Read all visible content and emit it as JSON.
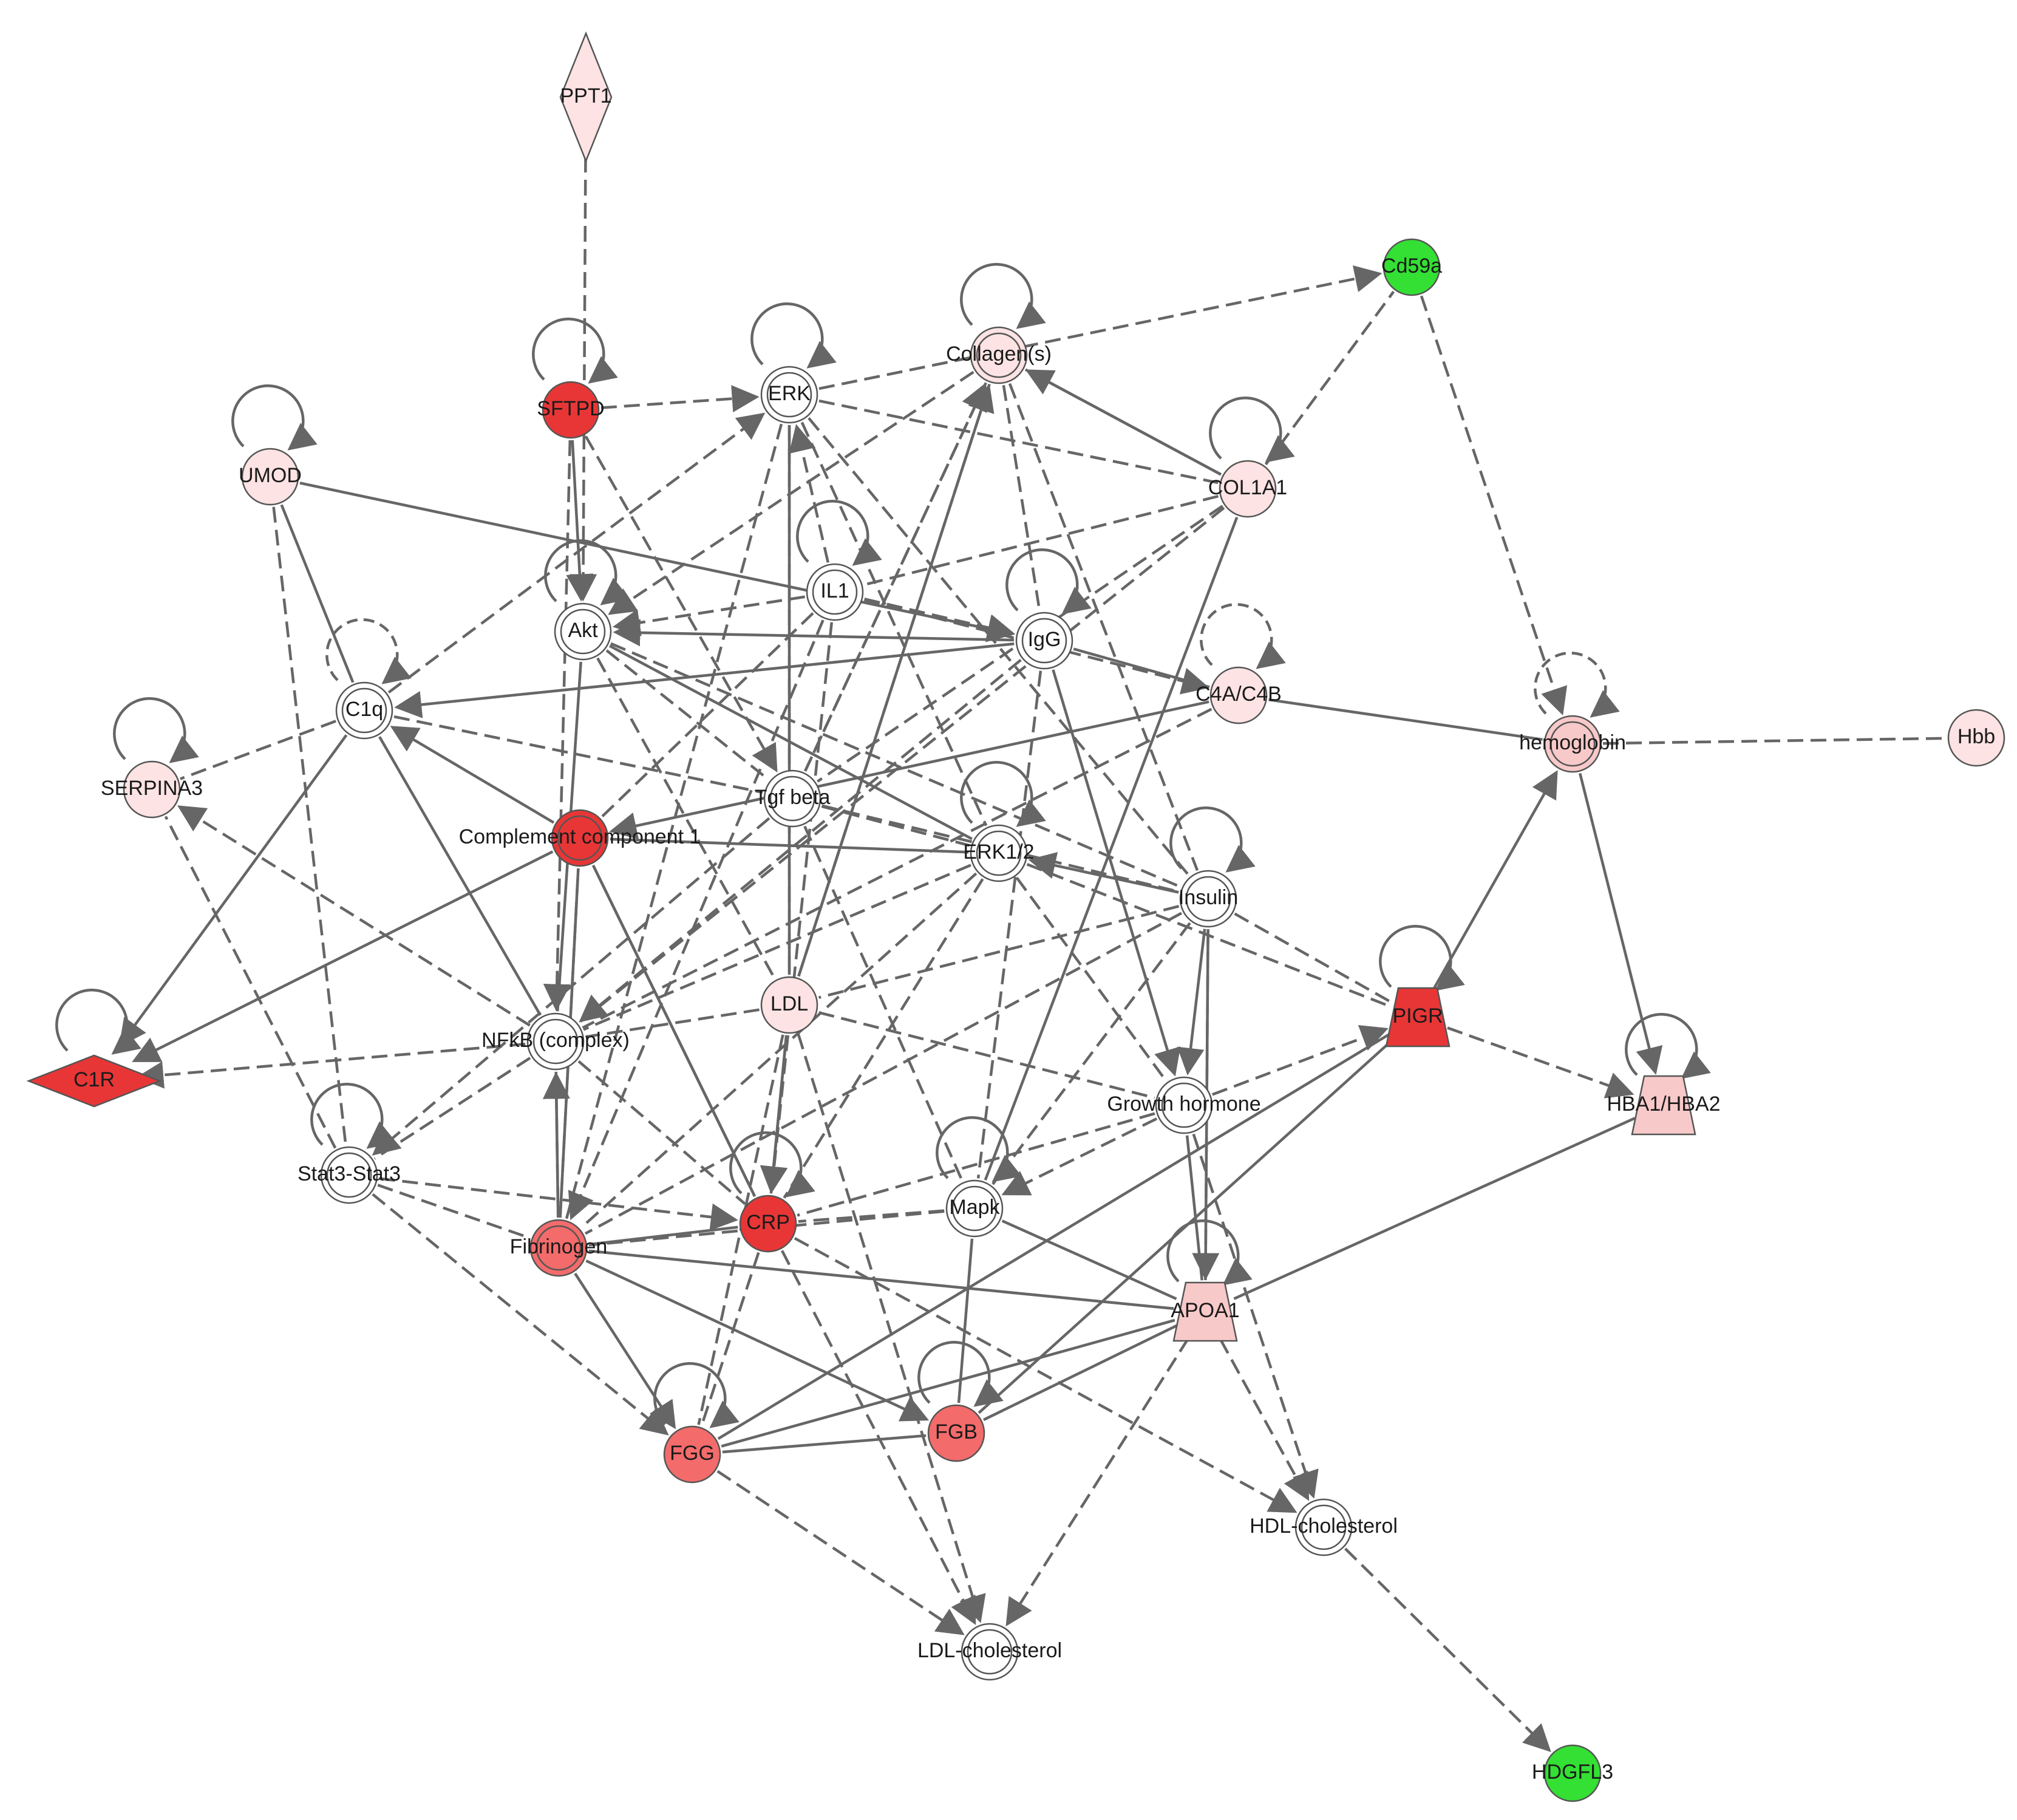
{
  "colors": {
    "white": "#ffffff",
    "lightpink": "#fde3e3",
    "pink": "#f8c9c9",
    "salmon": "#f36b6b",
    "red": "#e83636",
    "green": "#33e033",
    "edge": "#666666"
  },
  "nodes": [
    {
      "id": "PPT1",
      "label": "PPT1",
      "shape": "diamond-tall",
      "fill": "lightpink",
      "loop": "none"
    },
    {
      "id": "Cd59a",
      "label": "Cd59a",
      "shape": "circle",
      "fill": "green",
      "loop": "none"
    },
    {
      "id": "SFTPD",
      "label": "SFTPD",
      "shape": "circle",
      "fill": "red",
      "loop": "solid"
    },
    {
      "id": "ERK",
      "label": "ERK",
      "shape": "double-circle",
      "fill": "white",
      "loop": "solid"
    },
    {
      "id": "Collagen",
      "label": "Collagen(s)",
      "shape": "double-circle",
      "fill": "lightpink",
      "loop": "solid"
    },
    {
      "id": "UMOD",
      "label": "UMOD",
      "shape": "circle",
      "fill": "lightpink",
      "loop": "solid"
    },
    {
      "id": "COL1A1",
      "label": "COL1A1",
      "shape": "circle",
      "fill": "lightpink",
      "loop": "solid"
    },
    {
      "id": "IL1",
      "label": "IL1",
      "shape": "double-circle",
      "fill": "white",
      "loop": "solid"
    },
    {
      "id": "Akt",
      "label": "Akt",
      "shape": "double-circle",
      "fill": "white",
      "loop": "solid"
    },
    {
      "id": "IgG",
      "label": "IgG",
      "shape": "double-circle",
      "fill": "white",
      "loop": "solid"
    },
    {
      "id": "C4AC4B",
      "label": "C4A/C4B",
      "shape": "circle",
      "fill": "lightpink",
      "loop": "dashed"
    },
    {
      "id": "hemoglobin",
      "label": "hemoglobin",
      "shape": "double-circle",
      "fill": "pink",
      "loop": "dashed"
    },
    {
      "id": "Hbb",
      "label": "Hbb",
      "shape": "circle",
      "fill": "lightpink",
      "loop": "none"
    },
    {
      "id": "C1q",
      "label": "C1q",
      "shape": "double-circle",
      "fill": "white",
      "loop": "dashed"
    },
    {
      "id": "SERPINA3",
      "label": "SERPINA3",
      "shape": "circle",
      "fill": "lightpink",
      "loop": "solid"
    },
    {
      "id": "Tgfbeta",
      "label": "Tgf beta",
      "shape": "double-circle",
      "fill": "white",
      "loop": "none"
    },
    {
      "id": "Complement1",
      "label": "Complement component 1",
      "shape": "double-circle",
      "fill": "red",
      "loop": "none"
    },
    {
      "id": "ERK12",
      "label": "ERK1/2",
      "shape": "double-circle",
      "fill": "white",
      "loop": "solid"
    },
    {
      "id": "Insulin",
      "label": "Insulin",
      "shape": "double-circle",
      "fill": "white",
      "loop": "solid"
    },
    {
      "id": "LDL",
      "label": "LDL",
      "shape": "circle",
      "fill": "lightpink",
      "loop": "none"
    },
    {
      "id": "PIGR",
      "label": "PIGR",
      "shape": "trapezoid",
      "fill": "red",
      "loop": "solid"
    },
    {
      "id": "C1R",
      "label": "C1R",
      "shape": "diamond-wide",
      "fill": "red",
      "loop": "solid"
    },
    {
      "id": "NFkB",
      "label": "NFkB (complex)",
      "shape": "double-circle",
      "fill": "white",
      "loop": "none"
    },
    {
      "id": "HBA",
      "label": "HBA1/HBA2",
      "shape": "trapezoid",
      "fill": "pink",
      "loop": "solid"
    },
    {
      "id": "GrowthHormone",
      "label": "Growth hormone",
      "shape": "double-circle",
      "fill": "white",
      "loop": "none"
    },
    {
      "id": "Stat3",
      "label": "Stat3-Stat3",
      "shape": "double-circle",
      "fill": "white",
      "loop": "solid"
    },
    {
      "id": "Mapk",
      "label": "Mapk",
      "shape": "double-circle",
      "fill": "white",
      "loop": "solid"
    },
    {
      "id": "CRP",
      "label": "CRP",
      "shape": "circle",
      "fill": "red",
      "loop": "solid"
    },
    {
      "id": "Fibrinogen",
      "label": "Fibrinogen",
      "shape": "double-circle",
      "fill": "salmon",
      "loop": "none"
    },
    {
      "id": "APOA1",
      "label": "APOA1",
      "shape": "trapezoid",
      "fill": "pink",
      "loop": "solid"
    },
    {
      "id": "FGB",
      "label": "FGB",
      "shape": "circle",
      "fill": "salmon",
      "loop": "solid"
    },
    {
      "id": "FGG",
      "label": "FGG",
      "shape": "circle",
      "fill": "salmon",
      "loop": "solid"
    },
    {
      "id": "HDLchol",
      "label": "HDL-cholesterol",
      "shape": "double-circle",
      "fill": "white",
      "loop": "none"
    },
    {
      "id": "LDLchol",
      "label": "LDL-cholesterol",
      "shape": "double-circle",
      "fill": "white",
      "loop": "none"
    },
    {
      "id": "HDGFL3",
      "label": "HDGFL3",
      "shape": "circle",
      "fill": "green",
      "loop": "none"
    }
  ],
  "edges": [
    {
      "from": "PPT1",
      "to": "Akt",
      "style": "dashed",
      "arrow": true
    },
    {
      "from": "SFTPD",
      "to": "ERK",
      "style": "dashed",
      "arrow": true
    },
    {
      "from": "SFTPD",
      "to": "Akt",
      "style": "solid",
      "arrow": true
    },
    {
      "from": "SFTPD",
      "to": "NFkB",
      "style": "dashed",
      "arrow": true
    },
    {
      "from": "SFTPD",
      "to": "Tgfbeta",
      "style": "dashed",
      "arrow": true
    },
    {
      "from": "ERK",
      "to": "Cd59a",
      "style": "dashed",
      "arrow": true
    },
    {
      "from": "ERK",
      "to": "COL1A1",
      "style": "dashed",
      "arrow": false
    },
    {
      "from": "ERK",
      "to": "Insulin",
      "style": "dashed",
      "arrow": false
    },
    {
      "from": "ERK",
      "to": "ERK12",
      "style": "dashed",
      "arrow": false
    },
    {
      "from": "Collagen",
      "to": "COL1A1",
      "style": "solid",
      "arrow": false
    },
    {
      "from": "Collagen",
      "to": "IgG",
      "style": "dashed",
      "arrow": false
    },
    {
      "from": "Collagen",
      "to": "Akt",
      "style": "dashed",
      "arrow": true
    },
    {
      "from": "Collagen",
      "to": "LDL",
      "style": "solid",
      "arrow": false
    },
    {
      "from": "Collagen",
      "to": "Tgfbeta",
      "style": "dashed",
      "arrow": false
    },
    {
      "from": "Collagen",
      "to": "Insulin",
      "style": "dashed",
      "arrow": false
    },
    {
      "from": "COL1A1",
      "to": "Cd59a",
      "style": "dashed",
      "arrow": false
    },
    {
      "from": "COL1A1",
      "to": "Tgfbeta",
      "style": "dashed",
      "arrow": false
    },
    {
      "from": "COL1A1",
      "to": "IL1",
      "style": "dashed",
      "arrow": false
    },
    {
      "from": "COL1A1",
      "to": "NFkB",
      "style": "dashed",
      "arrow": false
    },
    {
      "from": "Cd59a",
      "to": "hemoglobin",
      "style": "dashed",
      "arrow": true
    },
    {
      "from": "UMOD",
      "to": "IgG",
      "style": "solid",
      "arrow": true
    },
    {
      "from": "UMOD",
      "to": "C1q",
      "style": "solid",
      "arrow": false
    },
    {
      "from": "UMOD",
      "to": "Stat3",
      "style": "dashed",
      "arrow": false
    },
    {
      "from": "IL1",
      "to": "Akt",
      "style": "dashed",
      "arrow": true
    },
    {
      "from": "IL1",
      "to": "C4AC4B",
      "style": "dashed",
      "arrow": true
    },
    {
      "from": "IL1",
      "to": "Complement1",
      "style": "dashed",
      "arrow": false
    },
    {
      "from": "IL1",
      "to": "ERK",
      "style": "dashed",
      "arrow": true
    },
    {
      "from": "IL1",
      "to": "CRP",
      "style": "dashed",
      "arrow": true
    },
    {
      "from": "IL1",
      "to": "Fibrinogen",
      "style": "dashed",
      "arrow": true
    },
    {
      "from": "IgG",
      "to": "C1q",
      "style": "solid",
      "arrow": true
    },
    {
      "from": "IgG",
      "to": "Akt",
      "style": "solid",
      "arrow": true
    },
    {
      "from": "IgG",
      "to": "C4AC4B",
      "style": "solid",
      "arrow": false
    },
    {
      "from": "IgG",
      "to": "GrowthHormone",
      "style": "solid",
      "arrow": true
    },
    {
      "from": "IgG",
      "to": "Mapk",
      "style": "dashed",
      "arrow": false
    },
    {
      "from": "IgG",
      "to": "NFkB",
      "style": "dashed",
      "arrow": true
    },
    {
      "from": "Akt",
      "to": "Tgfbeta",
      "style": "dashed",
      "arrow": false
    },
    {
      "from": "Akt",
      "to": "ERK12",
      "style": "solid",
      "arrow": false
    },
    {
      "from": "Akt",
      "to": "LDL",
      "style": "dashed",
      "arrow": false
    },
    {
      "from": "Akt",
      "to": "Insulin",
      "style": "dashed",
      "arrow": false
    },
    {
      "from": "C4AC4B",
      "to": "hemoglobin",
      "style": "solid",
      "arrow": false
    },
    {
      "from": "C4AC4B",
      "to": "Complement1",
      "style": "solid",
      "arrow": true
    },
    {
      "from": "C4AC4B",
      "to": "NFkB",
      "style": "dashed",
      "arrow": false
    },
    {
      "from": "hemoglobin",
      "to": "Hbb",
      "style": "dashed",
      "arrow": false
    },
    {
      "from": "hemoglobin",
      "to": "HBA",
      "style": "solid",
      "arrow": true
    },
    {
      "from": "PIGR",
      "to": "hemoglobin",
      "style": "solid",
      "arrow": true
    },
    {
      "from": "C1q",
      "to": "ERK",
      "style": "dashed",
      "arrow": true
    },
    {
      "from": "C1q",
      "to": "SERPINA3",
      "style": "dashed",
      "arrow": false
    },
    {
      "from": "C1q",
      "to": "C1R",
      "style": "solid",
      "arrow": true
    },
    {
      "from": "C1q",
      "to": "NFkB",
      "style": "solid",
      "arrow": false
    },
    {
      "from": "C1q",
      "to": "Tgfbeta",
      "style": "dashed",
      "arrow": false
    },
    {
      "from": "Complement1",
      "to": "C1R",
      "style": "solid",
      "arrow": true
    },
    {
      "from": "Complement1",
      "to": "C1q",
      "style": "solid",
      "arrow": true
    },
    {
      "from": "Complement1",
      "to": "ERK12",
      "style": "solid",
      "arrow": false
    },
    {
      "from": "Complement1",
      "to": "CRP",
      "style": "solid",
      "arrow": false
    },
    {
      "from": "Tgfbeta",
      "to": "ERK12",
      "style": "dashed",
      "arrow": false
    },
    {
      "from": "Tgfbeta",
      "to": "Insulin",
      "style": "dashed",
      "arrow": false
    },
    {
      "from": "Tgfbeta",
      "to": "Mapk",
      "style": "dashed",
      "arrow": false
    },
    {
      "from": "Tgfbeta",
      "to": "Stat3",
      "style": "dashed",
      "arrow": true
    },
    {
      "from": "ERK12",
      "to": "NFkB",
      "style": "dashed",
      "arrow": false
    },
    {
      "from": "ERK12",
      "to": "PIGR",
      "style": "dashed",
      "arrow": false
    },
    {
      "from": "ERK12",
      "to": "Fibrinogen",
      "style": "dashed",
      "arrow": false
    },
    {
      "from": "ERK12",
      "to": "CRP",
      "style": "dashed",
      "arrow": false
    },
    {
      "from": "ERK12",
      "to": "GrowthHormone",
      "style": "dashed",
      "arrow": false
    },
    {
      "from": "Insulin",
      "to": "PIGR",
      "style": "dashed",
      "arrow": false
    },
    {
      "from": "Insulin",
      "to": "LDL",
      "style": "dashed",
      "arrow": false
    },
    {
      "from": "Insulin",
      "to": "ERK12",
      "style": "solid",
      "arrow": true
    },
    {
      "from": "Insulin",
      "to": "GrowthHormone",
      "style": "solid",
      "arrow": true
    },
    {
      "from": "Insulin",
      "to": "APOA1",
      "style": "dashed",
      "arrow": true
    },
    {
      "from": "Insulin",
      "to": "Mapk",
      "style": "dashed",
      "arrow": false
    },
    {
      "from": "Insulin",
      "to": "Fibrinogen",
      "style": "dashed",
      "arrow": false
    },
    {
      "from": "LDL",
      "to": "CRP",
      "style": "solid",
      "arrow": true
    },
    {
      "from": "LDL",
      "to": "NFkB",
      "style": "dashed",
      "arrow": false
    },
    {
      "from": "LDL",
      "to": "Collagen",
      "style": "dashed",
      "arrow": true
    },
    {
      "from": "LDL",
      "to": "ERK",
      "style": "solid",
      "arrow": false
    },
    {
      "from": "LDL",
      "to": "FGG",
      "style": "dashed",
      "arrow": false
    },
    {
      "from": "LDL",
      "to": "GrowthHormone",
      "style": "dashed",
      "arrow": false
    },
    {
      "from": "LDL",
      "to": "LDLchol",
      "style": "dashed",
      "arrow": true
    },
    {
      "from": "PIGR",
      "to": "HBA",
      "style": "dashed",
      "arrow": true
    },
    {
      "from": "HBA",
      "to": "APOA1",
      "style": "solid",
      "arrow": false
    },
    {
      "from": "NFkB",
      "to": "C1R",
      "style": "dashed",
      "arrow": true
    },
    {
      "from": "NFkB",
      "to": "SERPINA3",
      "style": "dashed",
      "arrow": true
    },
    {
      "from": "NFkB",
      "to": "Stat3",
      "style": "dashed",
      "arrow": false
    },
    {
      "from": "NFkB",
      "to": "Fibrinogen",
      "style": "dashed",
      "arrow": false
    },
    {
      "from": "NFkB",
      "to": "CRP",
      "style": "dashed",
      "arrow": false
    },
    {
      "from": "NFkB",
      "to": "Akt",
      "style": "solid",
      "arrow": false
    },
    {
      "from": "GrowthHormone",
      "to": "PIGR",
      "style": "dashed",
      "arrow": true
    },
    {
      "from": "GrowthHormone",
      "to": "Mapk",
      "style": "dashed",
      "arrow": true
    },
    {
      "from": "GrowthHormone",
      "to": "CRP",
      "style": "dashed",
      "arrow": false
    },
    {
      "from": "GrowthHormone",
      "to": "HDLchol",
      "style": "dashed",
      "arrow": true
    },
    {
      "from": "GrowthHormone",
      "to": "APOA1",
      "style": "solid",
      "arrow": false
    },
    {
      "from": "Stat3",
      "to": "SERPINA3",
      "style": "dashed",
      "arrow": false
    },
    {
      "from": "Stat3",
      "to": "CRP",
      "style": "dashed",
      "arrow": true
    },
    {
      "from": "Stat3",
      "to": "FGG",
      "style": "dashed",
      "arrow": true
    },
    {
      "from": "Stat3",
      "to": "Fibrinogen",
      "style": "dashed",
      "arrow": false
    },
    {
      "from": "Mapk",
      "to": "CRP",
      "style": "dashed",
      "arrow": false
    },
    {
      "from": "Mapk",
      "to": "Fibrinogen",
      "style": "dashed",
      "arrow": false
    },
    {
      "from": "Mapk",
      "to": "FGB",
      "style": "solid",
      "arrow": false
    },
    {
      "from": "Mapk",
      "to": "APOA1",
      "style": "solid",
      "arrow": false
    },
    {
      "from": "CRP",
      "to": "Fibrinogen",
      "style": "solid",
      "arrow": false
    },
    {
      "from": "CRP",
      "to": "FGG",
      "style": "dashed",
      "arrow": false
    },
    {
      "from": "CRP",
      "to": "HDLchol",
      "style": "dashed",
      "arrow": true
    },
    {
      "from": "CRP",
      "to": "LDLchol",
      "style": "dashed",
      "arrow": true
    },
    {
      "from": "CRP",
      "to": "Complement1",
      "style": "solid",
      "arrow": false
    },
    {
      "from": "Fibrinogen",
      "to": "FGG",
      "style": "solid",
      "arrow": true
    },
    {
      "from": "Fibrinogen",
      "to": "FGB",
      "style": "solid",
      "arrow": true
    },
    {
      "from": "Fibrinogen",
      "to": "APOA1",
      "style": "solid",
      "arrow": false
    },
    {
      "from": "Fibrinogen",
      "to": "NFkB",
      "style": "solid",
      "arrow": true
    },
    {
      "from": "Fibrinogen",
      "to": "Complement1",
      "style": "dashed",
      "arrow": false
    },
    {
      "from": "FGG",
      "to": "FGB",
      "style": "solid",
      "arrow": false
    },
    {
      "from": "FGG",
      "to": "APOA1",
      "style": "solid",
      "arrow": false
    },
    {
      "from": "FGG",
      "to": "LDLchol",
      "style": "dashed",
      "arrow": true
    },
    {
      "from": "FGG",
      "to": "PIGR",
      "style": "solid",
      "arrow": false
    },
    {
      "from": "FGB",
      "to": "PIGR",
      "style": "solid",
      "arrow": false
    },
    {
      "from": "FGB",
      "to": "APOA1",
      "style": "solid",
      "arrow": false
    },
    {
      "from": "APOA1",
      "to": "HDLchol",
      "style": "dashed",
      "arrow": true
    },
    {
      "from": "APOA1",
      "to": "LDLchol",
      "style": "dashed",
      "arrow": true
    },
    {
      "from": "APOA1",
      "to": "Insulin",
      "style": "solid",
      "arrow": false
    },
    {
      "from": "HDLchol",
      "to": "HDGFL3",
      "style": "dashed",
      "arrow": true
    },
    {
      "from": "COL1A1",
      "to": "Mapk",
      "style": "solid",
      "arrow": false
    },
    {
      "from": "COL1A1",
      "to": "Collagen",
      "style": "solid",
      "arrow": true
    },
    {
      "from": "ERK",
      "to": "Fibrinogen",
      "style": "dashed",
      "arrow": false
    },
    {
      "from": "ERK",
      "to": "LDL",
      "style": "dashed",
      "arrow": false
    },
    {
      "from": "IL1",
      "to": "IgG",
      "style": "dashed",
      "arrow": true
    },
    {
      "from": "Tgfbeta",
      "to": "Collagen",
      "style": "dashed",
      "arrow": true
    },
    {
      "from": "CRP",
      "to": "LDL",
      "style": "solid",
      "arrow": false
    },
    {
      "from": "Complement1",
      "to": "Fibrinogen",
      "style": "solid",
      "arrow": false
    }
  ]
}
